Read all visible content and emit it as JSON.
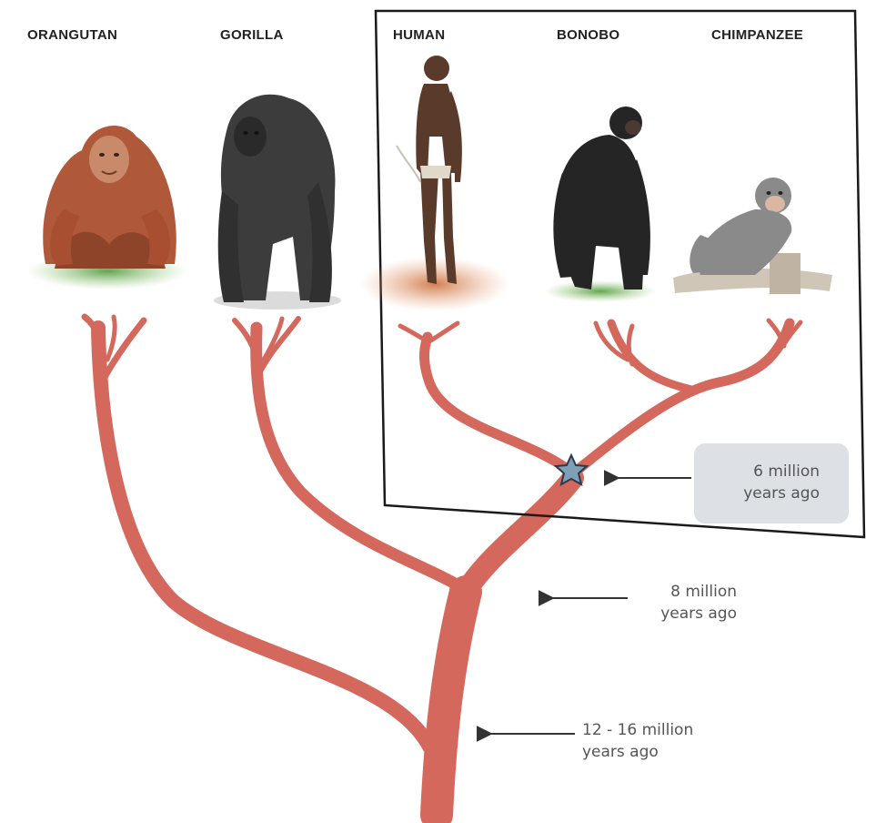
{
  "species": {
    "orangutan": "ORANGUTAN",
    "gorilla": "GORILLA",
    "human": "HUMAN",
    "bonobo": "BONOBO",
    "chimpanzee": "CHIMPANZEE"
  },
  "divergence_times": {
    "human_chimp_bonobo": {
      "line1": "6 million",
      "line2": "years ago"
    },
    "gorilla_split": {
      "line1": "8 million",
      "line2": "years ago"
    },
    "orangutan_split": {
      "line1": "12 - 16 million",
      "line2": "years ago"
    }
  },
  "colors": {
    "branch": "#d4685c",
    "callout_box": "#dde0e4",
    "star": "#7f9fb8",
    "highlight_frame": "#1a1a1a",
    "orangutan_fur": "#b0593a",
    "gorilla_fur": "#3c3c3c",
    "human_skin": "#5a3a2a",
    "bonobo_fur": "#252525",
    "chimpanzee_fur": "#8a8a8a"
  },
  "icons": {
    "divergence_marker": "star-icon",
    "pointer": "arrow-left-icon"
  }
}
